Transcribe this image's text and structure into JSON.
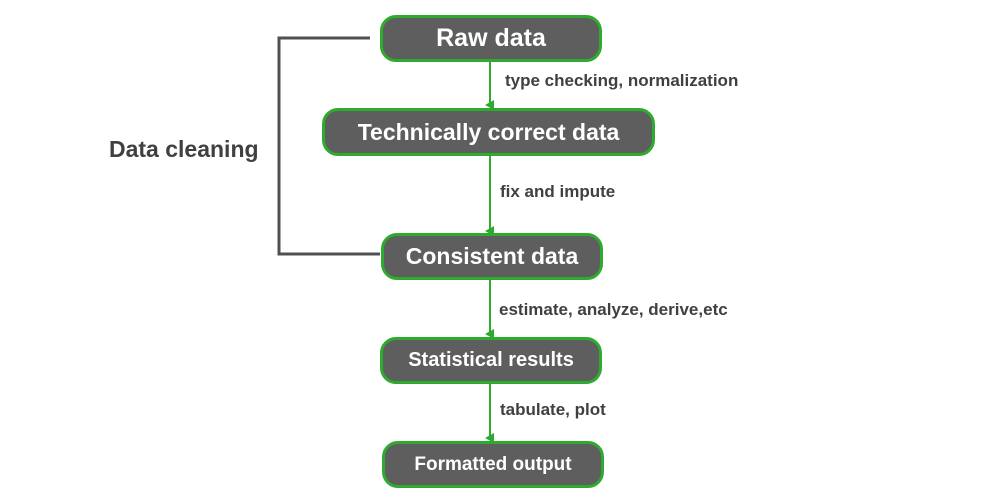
{
  "nodes": [
    {
      "label": "Raw data"
    },
    {
      "label": "Technically correct data"
    },
    {
      "label": "Consistent data"
    },
    {
      "label": "Statistical results"
    },
    {
      "label": "Formatted output"
    }
  ],
  "edges": [
    {
      "label": "type checking, normalization"
    },
    {
      "label": "fix and impute"
    },
    {
      "label": "estimate, analyze, derive,etc"
    },
    {
      "label": "tabulate, plot"
    }
  ],
  "group": {
    "label": "Data cleaning"
  },
  "colors": {
    "node_fill": "#5e5e5e",
    "node_border": "#2eab2e",
    "node_text": "#ffffff",
    "arrow": "#2eab2e",
    "bracket": "#505050",
    "label_text": "#404040"
  }
}
